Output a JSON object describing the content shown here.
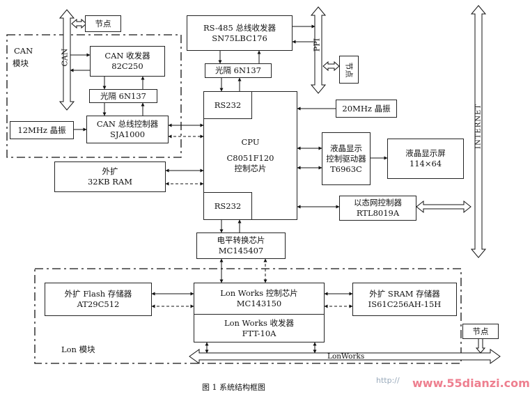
{
  "can_module": {
    "label_en": "CAN",
    "label_cn": "模块",
    "bus_label": "CAN",
    "node": "节点",
    "transceiver": {
      "name": "CAN 收发器",
      "part": "82C250"
    },
    "optocoupler": "光隔 6N137",
    "controller": {
      "name": "CAN 总线控制器",
      "part": "SJA1000"
    },
    "crystal": "12MHz 晶振"
  },
  "rs485": {
    "name": "RS-485 总线收发器",
    "part": "SN75LBC176",
    "optocoupler": "光隔 6N137",
    "bus_label": "PPI",
    "node": "节点"
  },
  "cpu": {
    "title": "CPU",
    "part": "C8051F120",
    "desc": "控制芯片",
    "rs232_top": "RS232",
    "rs232_bottom": "RS232"
  },
  "peripherals": {
    "crystal": "20MHz 晶振",
    "lcd_driver": {
      "line1": "液晶显示",
      "line2": "控制驱动器",
      "part": "T6963C"
    },
    "lcd_screen": {
      "name": "液晶显示屏",
      "size": "114×64"
    },
    "ethernet": {
      "name": "以态网控制器",
      "part": "RTL8019A"
    },
    "internet": "INTERNET"
  },
  "memory": {
    "ram": {
      "name": "外扩",
      "size": "32KB  RAM"
    }
  },
  "level_converter": {
    "name": "电平转换芯片",
    "part": "MC145407"
  },
  "lon_module": {
    "flash": {
      "name": "外扩 Flash 存储器",
      "part": "AT29C512"
    },
    "controller": {
      "name": "Lon Works 控制芯片",
      "part": "MC143150"
    },
    "transceiver": {
      "name": "Lon Works 收发器",
      "part": "FTT-10A"
    },
    "sram": {
      "name": "外扩 SRAM 存储器",
      "part": "IS61C256AH-15H"
    },
    "label": "Lon 模块",
    "node": "节点",
    "bus_label": "LonWorks"
  },
  "caption": "图 1  系统结构框图",
  "watermark": {
    "prefix": "http://",
    "site": "www.55dianzi.com"
  }
}
